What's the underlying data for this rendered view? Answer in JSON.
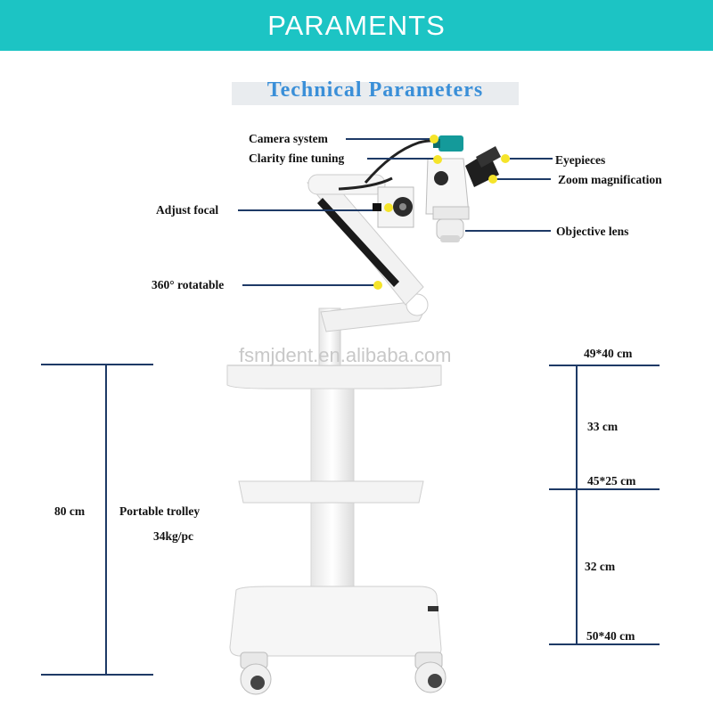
{
  "banner": {
    "title": "PARAMENTS"
  },
  "heading": {
    "subtitle": "Technical Parameters"
  },
  "callouts": {
    "camera_system": "Camera system",
    "clarity_fine_tuning": "Clarity fine tuning",
    "adjust_focal": "Adjust focal",
    "rotatable": "360° rotatable",
    "eyepieces": "Eyepieces",
    "zoom_magnification": "Zoom magnification",
    "objective_lens": "Objective lens"
  },
  "watermark": "fsmjdent.en.alibaba.com",
  "trolley": {
    "height": "80 cm",
    "name": "Portable trolley",
    "weight": "34kg/pc"
  },
  "dimensions": {
    "top_tray": "49*40 cm",
    "upper_gap": "33 cm",
    "middle_tray": "45*25 cm",
    "lower_gap": "32 cm",
    "bottom_tray": "50*40 cm"
  },
  "colors": {
    "banner": "#1cc4c4",
    "subtitle": "#3a8fd8",
    "line": "#1e3a66",
    "marker": "#f5e42a"
  }
}
